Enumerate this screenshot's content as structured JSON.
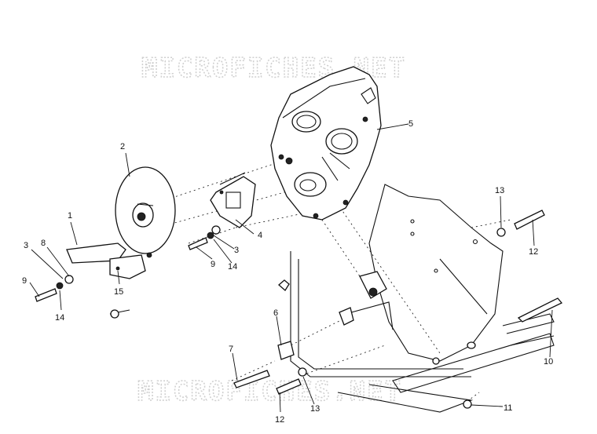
{
  "watermark_top": "MICROFICHES.NET",
  "watermark_bottom": "MICROFICHES.NET",
  "callouts": {
    "c1": "1",
    "c2": "2",
    "c3a": "3",
    "c3b": "3",
    "c4": "4",
    "c5": "5",
    "c6": "6",
    "c7": "7",
    "c8": "8",
    "c9a": "9",
    "c9b": "9",
    "c10": "10",
    "c11": "11",
    "c12a": "12",
    "c12b": "12",
    "c13a": "13",
    "c13b": "13",
    "c14a": "14",
    "c14b": "14",
    "c15": "15"
  }
}
